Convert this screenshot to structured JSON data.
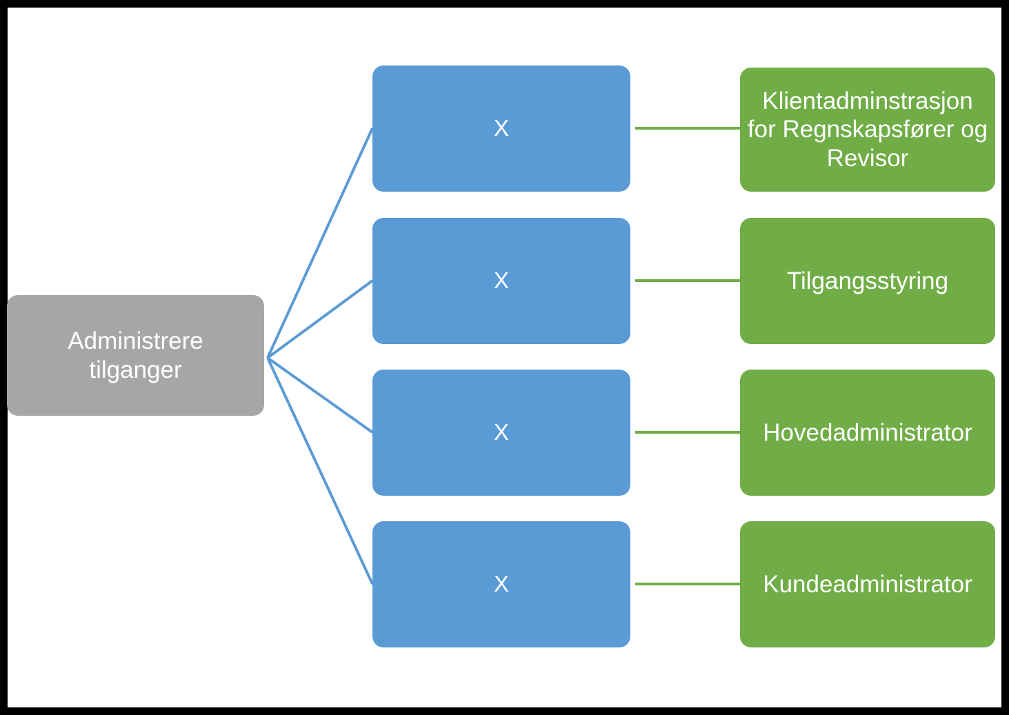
{
  "diagram": {
    "title": "Administrere tilganger",
    "frame_color": "#000000",
    "canvas_color": "#ffffff",
    "root": {
      "label": "Administrere\ntilganger",
      "color": "#a6a6a6",
      "text_color": "#ffffff"
    },
    "branch_color": "#5b9bd5",
    "link_color": "#70ad47",
    "middle_nodes": [
      {
        "label": "X",
        "color": "#5b9bd5"
      },
      {
        "label": "X",
        "color": "#5b9bd5"
      },
      {
        "label": "X",
        "color": "#5b9bd5"
      },
      {
        "label": "X",
        "color": "#5b9bd5"
      }
    ],
    "leaf_nodes": [
      {
        "label": "Klientadminstrasjon for Regnskapsfører og Revisor",
        "color": "#70ad47"
      },
      {
        "label": "Tilgangsstyring",
        "color": "#70ad47"
      },
      {
        "label": "Hovedadministrator",
        "color": "#70ad47"
      },
      {
        "label": "Kundeadministrator",
        "color": "#70ad47"
      }
    ]
  }
}
